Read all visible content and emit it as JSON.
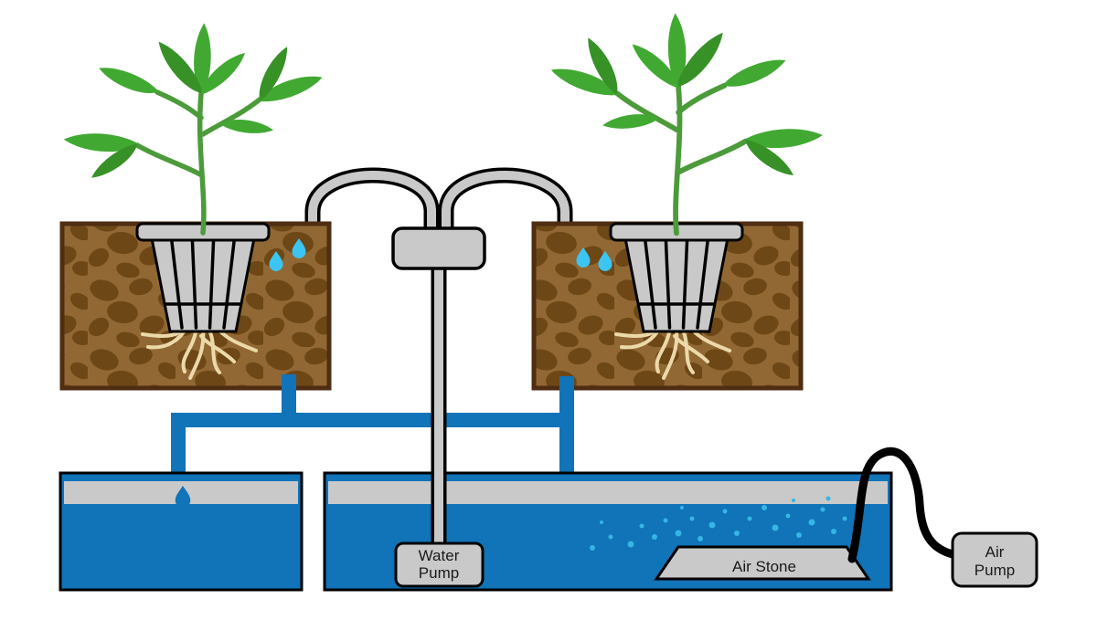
{
  "labels": {
    "water_pump": {
      "line1": "Water",
      "line2": "Pump"
    },
    "air_stone": {
      "text": "Air Stone"
    },
    "air_pump": {
      "line1": "Air",
      "line2": "Pump"
    }
  },
  "colors": {
    "water_blue": "#1173b8",
    "pipe_blue": "#1173b8",
    "device_gray": "#c9c9c9",
    "band_gray": "#c9c9c9",
    "outline": "#000000",
    "bed_brown": "#916833",
    "pebble_brown": "#6d4716",
    "bed_border": "#4f2d12",
    "root_tan": "#ecd9a9",
    "leaf_green": "#41a932",
    "leaf_green_dark": "#379127",
    "stem_green": "#4c9b3a",
    "drop_cyan": "#3cc5f2",
    "bubble_blue": "#35b6e5",
    "background": "#ffffff",
    "text": "#1a1a1a"
  }
}
